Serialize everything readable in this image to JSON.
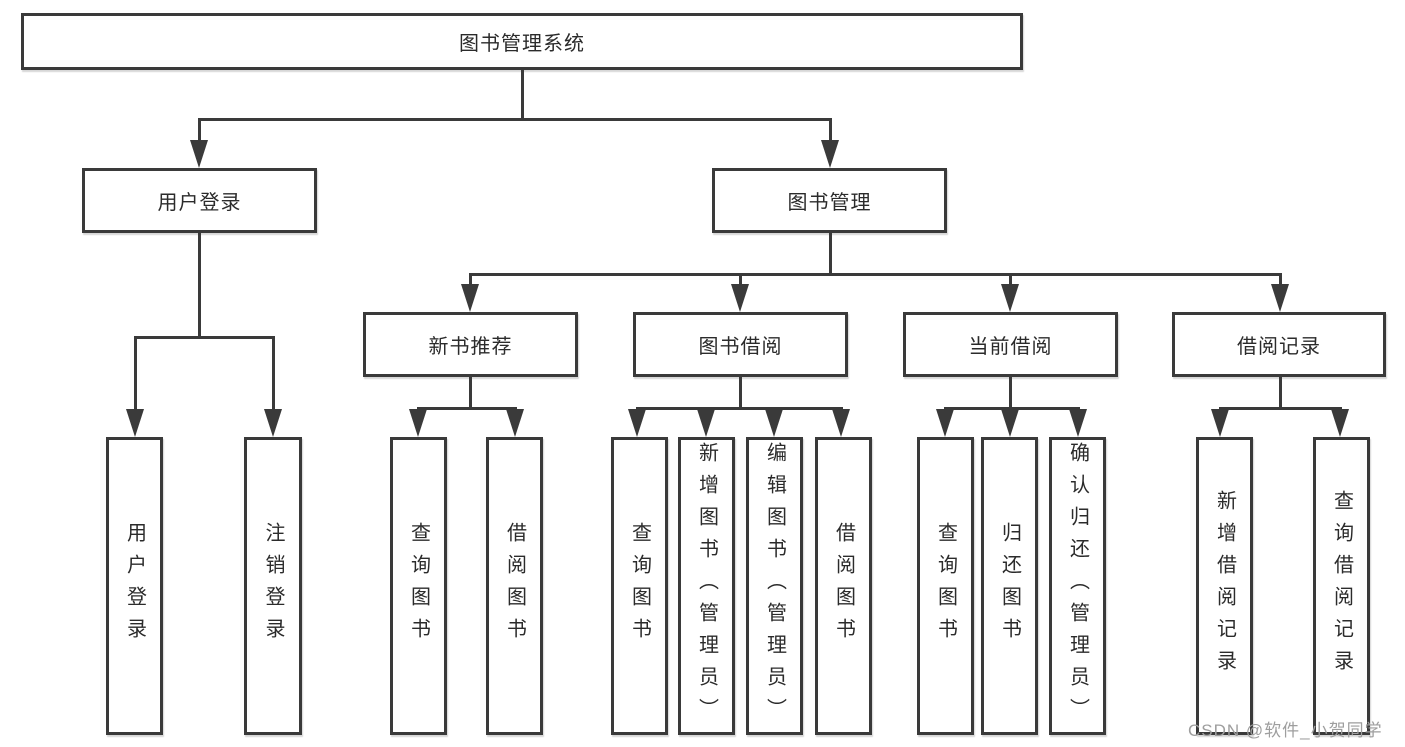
{
  "nodes": {
    "root": "图书管理系统",
    "user_login": {
      "label": "用户登录",
      "children": [
        "用户登录",
        "注销登录"
      ]
    },
    "book_management": {
      "label": "图书管理",
      "sections": [
        {
          "label": "新书推荐",
          "children": [
            "查询图书",
            "借阅图书"
          ]
        },
        {
          "label": "图书借阅",
          "children": [
            "查询图书",
            "新增图书（管理员）",
            "编辑图书（管理员）",
            "借阅图书"
          ]
        },
        {
          "label": "当前借阅",
          "children": [
            "查询图书",
            "归还图书",
            "确认归还（管理员）"
          ]
        },
        {
          "label": "借阅记录",
          "children": [
            "新增借阅记录",
            "查询借阅记录"
          ]
        }
      ]
    }
  },
  "watermark": "CSDN @软件_小贺同学",
  "colors": {
    "line": "#3a3a3a",
    "text": "#2b2b2b",
    "watermark": "#9e9e9e",
    "background": "#ffffff"
  }
}
